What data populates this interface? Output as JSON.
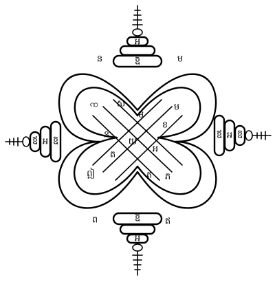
{
  "figure": {
    "ink_color": "#000000",
    "paper_color": "#ffffff",
    "drawn_as": "hand-drawn khom-script yantra with a double-loop knot, a 3x3 grid of cells and four stupa-shaped ornaments",
    "lettering_note": "all characters are part of the drawn yantra artwork",
    "glyphs": {
      "knot_top_left": "ꩡ",
      "grid": [
        "ស",
        "ម",
        "ន",
        "យ",
        "អ",
        "ខ",
        "ត",
        "ត"
      ],
      "knot_top_right": "ម",
      "knot_bottom_left": "ឦ",
      "knot_bottom_right": "ភ",
      "outer": [
        "ន",
        "ម",
        "ព",
        "ឥ"
      ],
      "ornament_top": [
        "អ",
        "ឱ"
      ],
      "ornament_bottom": [
        "ឱ",
        "អ"
      ],
      "ornament_left": [
        "ឪ",
        "អ",
        "ឱ"
      ],
      "ornament_right": [
        "ឪ",
        "អ",
        "ឱ"
      ]
    }
  }
}
